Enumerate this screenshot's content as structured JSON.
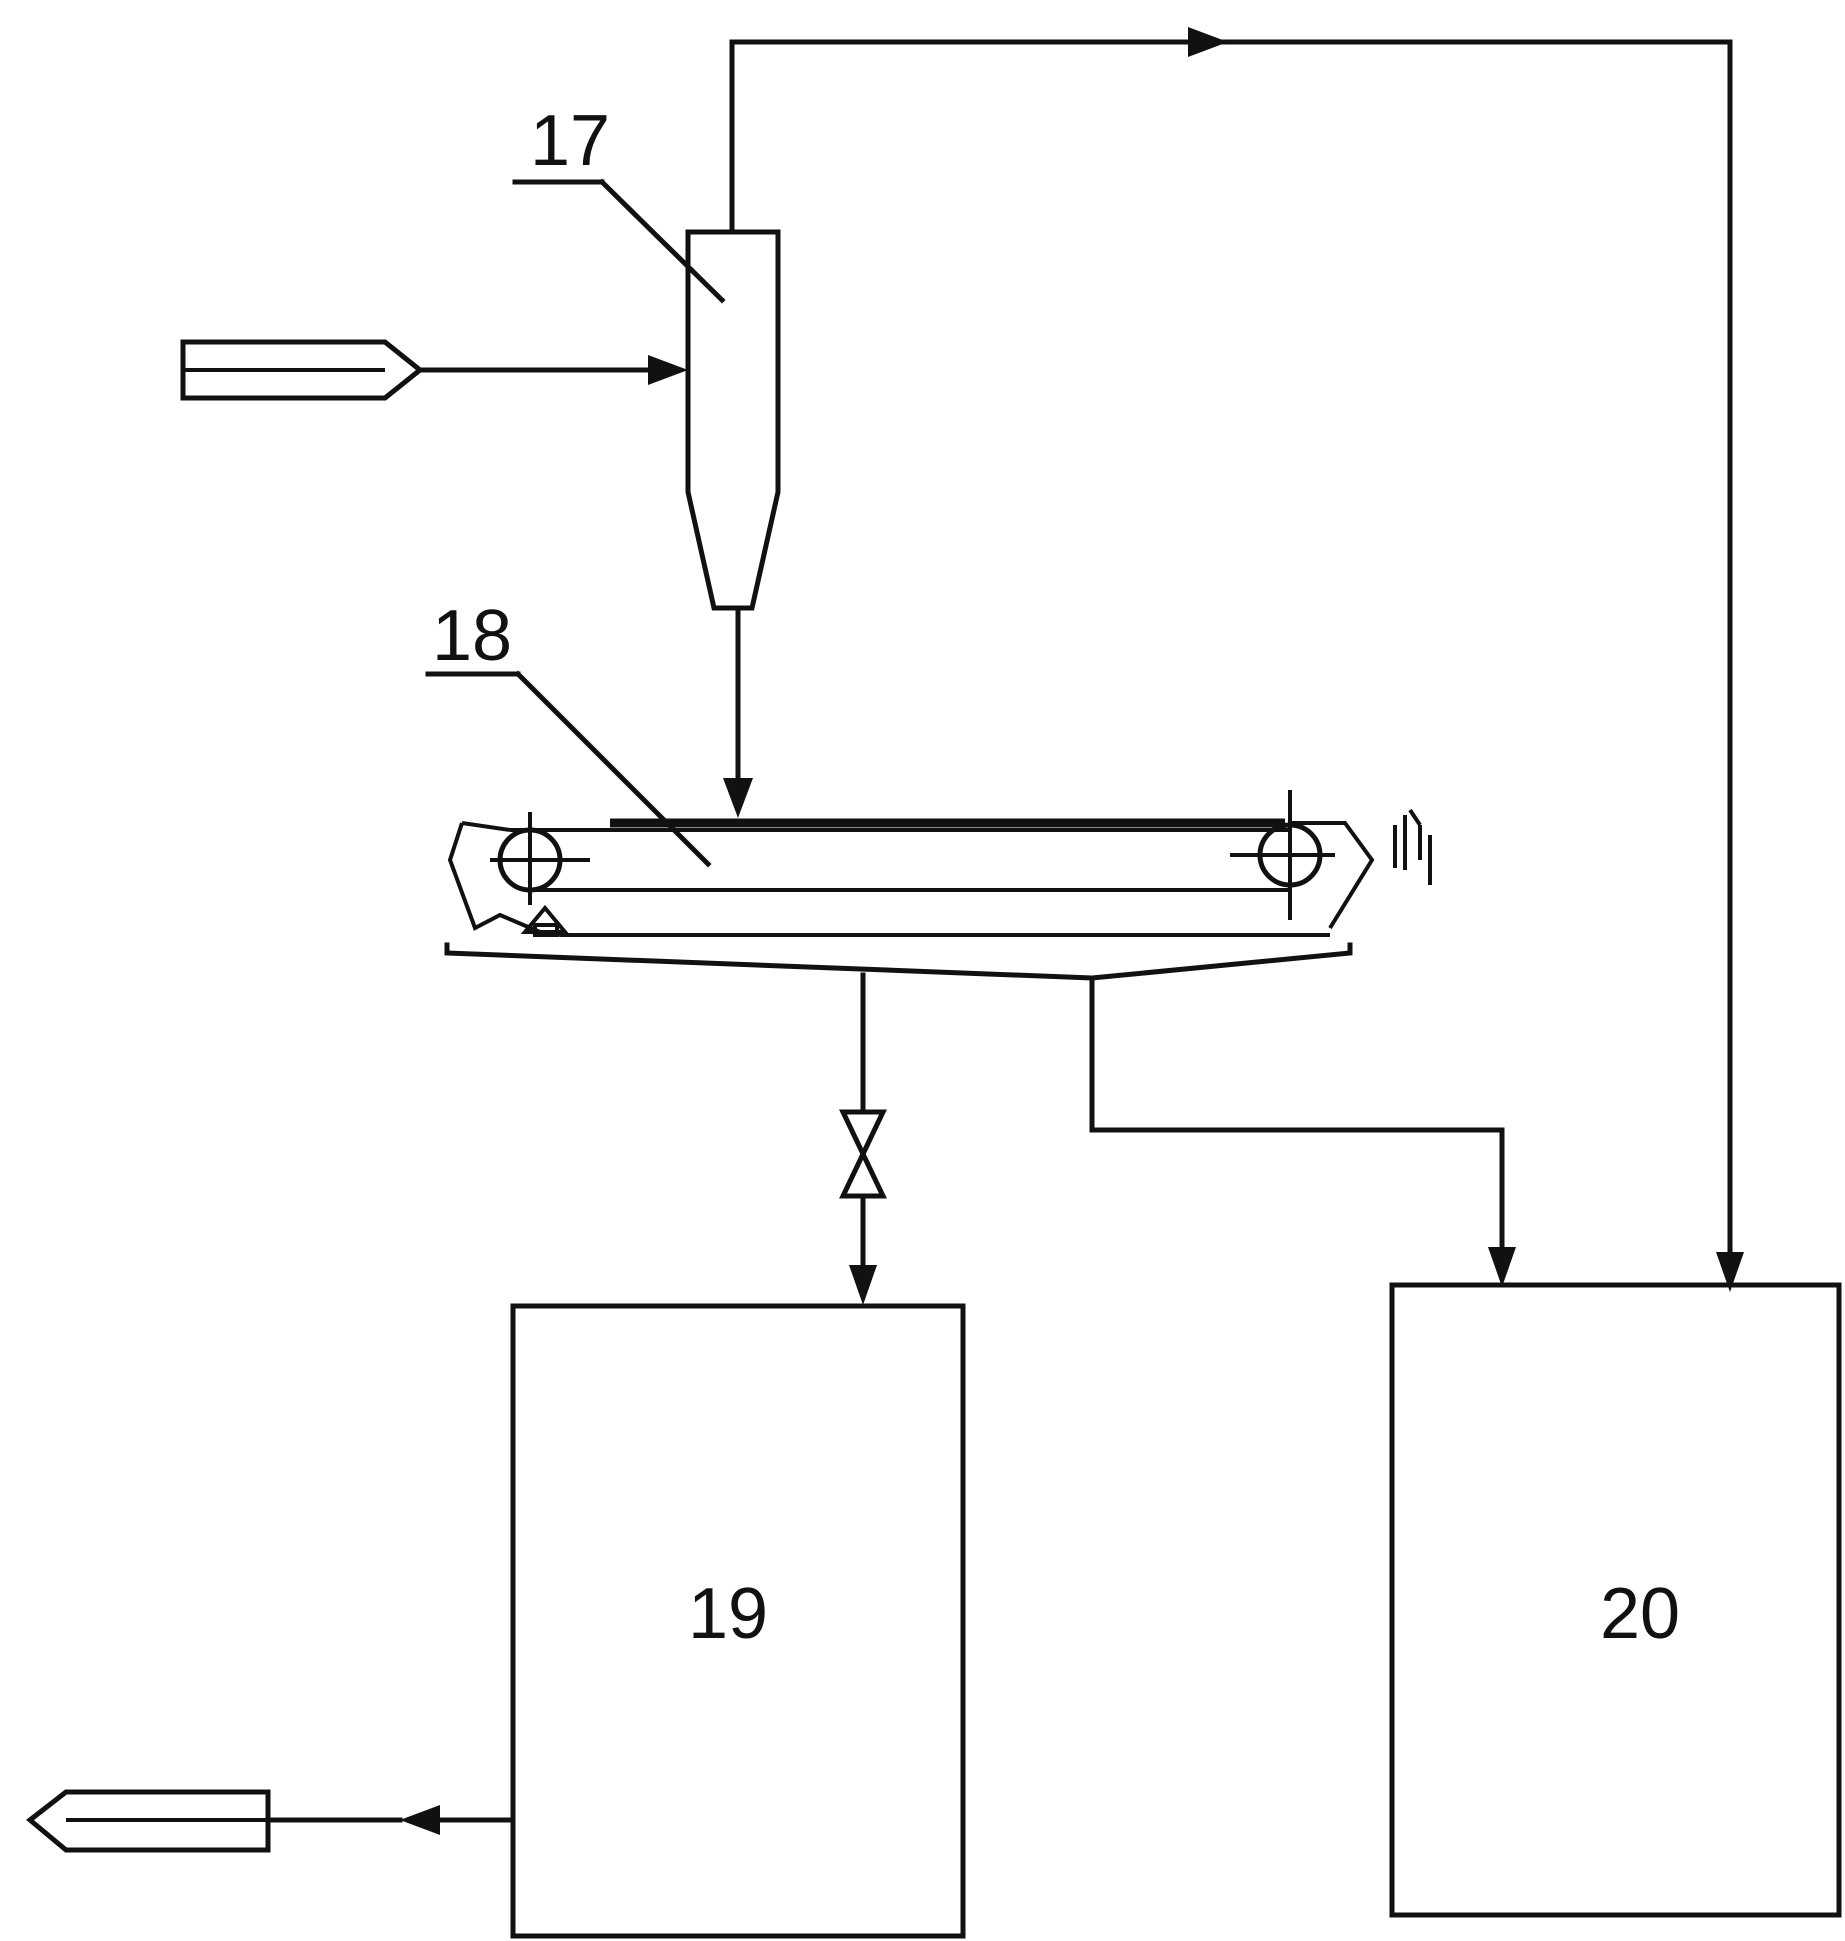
{
  "labels": {
    "cyclone": "17",
    "belt_filter": "18",
    "tank_left": "19",
    "tank_right": "20"
  },
  "colors": {
    "line": "#111111",
    "background": "#ffffff"
  }
}
